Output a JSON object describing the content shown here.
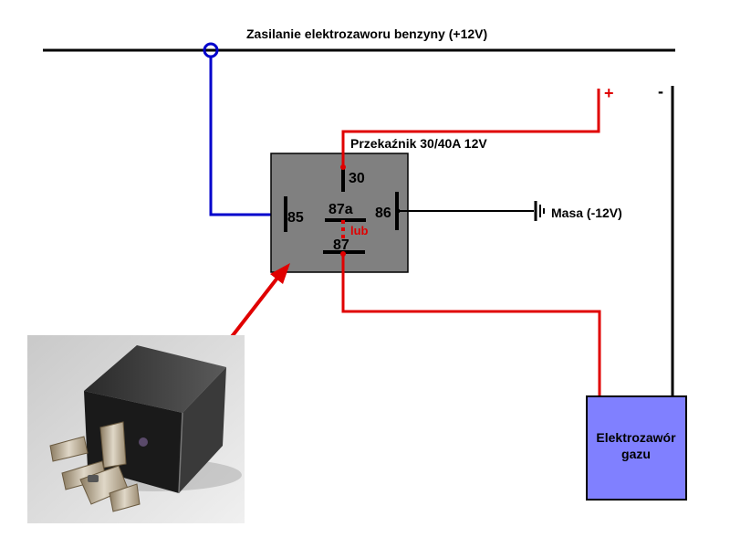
{
  "title": "Zasilanie elektrozaworu benzyny (+12V)",
  "relay": {
    "label": "Przekaźnik 30/40A 12V",
    "pins": {
      "p30": "30",
      "p85": "85",
      "p86": "86",
      "p87a": "87a",
      "p87": "87",
      "or_label": "lub"
    }
  },
  "ground": {
    "label": "Masa (-12V)"
  },
  "valve": {
    "line1": "Elektrozawór",
    "line2": "gazu"
  },
  "terminals": {
    "plus": "+",
    "minus": "-"
  },
  "colors": {
    "power_wire": "#000000",
    "control_wire": "#0000cc",
    "switched_wire": "#e00000",
    "relay_body": "#808080",
    "valve_box": "#8080ff",
    "arrow": "#e00000"
  }
}
